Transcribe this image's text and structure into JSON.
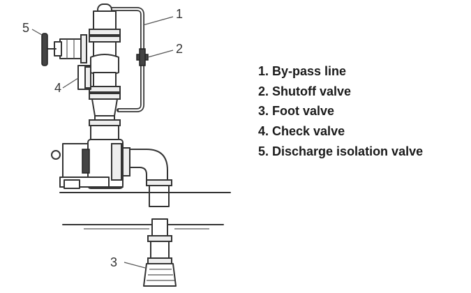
{
  "callouts": [
    {
      "id": "1",
      "label": "1"
    },
    {
      "id": "2",
      "label": "2"
    },
    {
      "id": "3",
      "label": "3"
    },
    {
      "id": "4",
      "label": "4"
    },
    {
      "id": "5",
      "label": "5"
    }
  ],
  "legend": [
    "1. By-pass line",
    "2. Shutoff valve",
    "3. Foot valve",
    "4. Check valve",
    "5. Discharge isolation valve"
  ]
}
